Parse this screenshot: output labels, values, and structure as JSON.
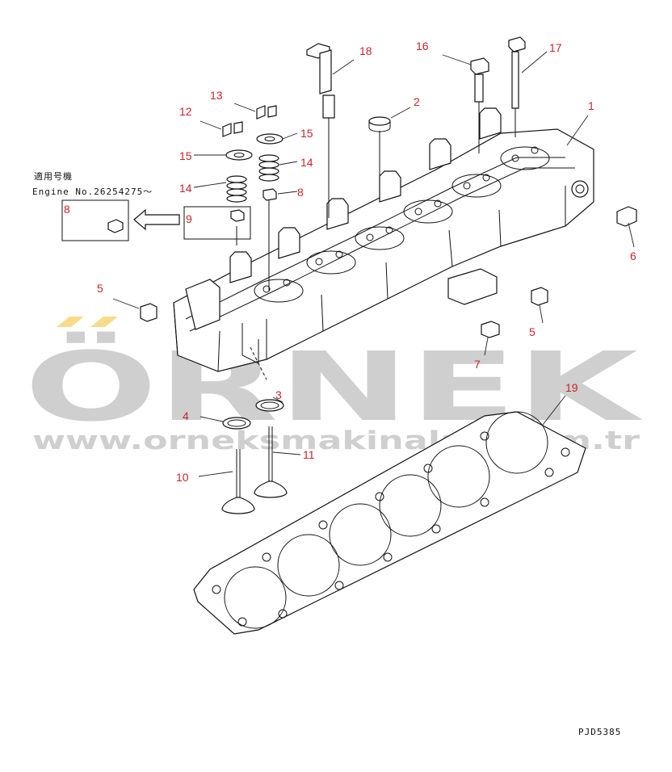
{
  "title": "Cylinder head exploded parts diagram",
  "callouts": [
    {
      "id": "c1",
      "text": "1"
    },
    {
      "id": "c2",
      "text": "2"
    },
    {
      "id": "c3",
      "text": "3"
    },
    {
      "id": "c4",
      "text": "4"
    },
    {
      "id": "c5a",
      "text": "5"
    },
    {
      "id": "c5b",
      "text": "5"
    },
    {
      "id": "c6",
      "text": "6"
    },
    {
      "id": "c7",
      "text": "7"
    },
    {
      "id": "c8a",
      "text": "8"
    },
    {
      "id": "c8b",
      "text": "8"
    },
    {
      "id": "c9",
      "text": "9"
    },
    {
      "id": "c10",
      "text": "10"
    },
    {
      "id": "c11",
      "text": "11"
    },
    {
      "id": "c12",
      "text": "12"
    },
    {
      "id": "c13",
      "text": "13"
    },
    {
      "id": "c14a",
      "text": "14"
    },
    {
      "id": "c14b",
      "text": "14"
    },
    {
      "id": "c15a",
      "text": "15"
    },
    {
      "id": "c15b",
      "text": "15"
    },
    {
      "id": "c16",
      "text": "16"
    },
    {
      "id": "c17",
      "text": "17"
    },
    {
      "id": "c18",
      "text": "18"
    },
    {
      "id": "c19",
      "text": "19"
    }
  ],
  "applicability": {
    "jp_label": "適用号機",
    "engine_no": "Engine No.26254275～"
  },
  "drawing_code": "PJD5385",
  "watermark": {
    "brand": "ÖRNEK",
    "url": "www.orneksmakinalari.com.tr"
  },
  "colors": {
    "callout": "#c8242b",
    "watermark": "#cfcfcf",
    "line": "#111111"
  }
}
